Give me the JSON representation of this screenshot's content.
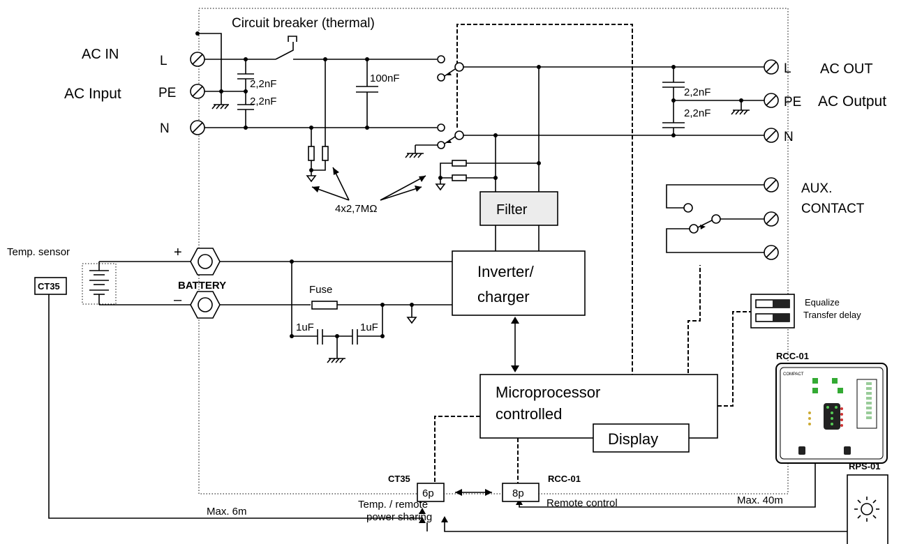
{
  "labels": {
    "circuit_breaker": "Circuit breaker (thermal)",
    "ac_in": "AC IN",
    "ac_input": "AC Input",
    "in_l": "L",
    "in_pe": "PE",
    "in_n": "N",
    "cap_in_1": "2,2nF",
    "cap_in_2": "2,2nF",
    "cap_100nf": "100nF",
    "resistors": "4x2,7MΩ",
    "out_l": "L",
    "out_pe": "PE",
    "out_n": "N",
    "ac_out": "AC OUT",
    "ac_output": "AC Output",
    "cap_out_1": "2,2nF",
    "cap_out_2": "2,2nF",
    "aux_contact_1": "AUX.",
    "aux_contact_2": "CONTACT",
    "filter": "Filter",
    "inverter_1": "Inverter/",
    "inverter_2": "charger",
    "micro_1": "Microprocessor",
    "micro_2": "controlled",
    "display": "Display",
    "temp_sensor": "Temp. sensor",
    "ct35_box": "CT35",
    "battery": "BATTERY",
    "plus": "+",
    "minus": "–",
    "fuse": "Fuse",
    "cap_bat_1": "1uF",
    "cap_bat_2": "1uF",
    "equalize": "Equalize",
    "transfer_delay": "Transfer delay",
    "rcc01_panel": "RCC-01",
    "rps01": "RPS-01",
    "ct35_port": "CT35",
    "port_6p": "6p",
    "port_6p_desc_1": "Temp. / remote",
    "port_6p_desc_2": "power sharing",
    "rcc01_port": "RCC-01",
    "port_8p": "8p",
    "port_8p_desc": "Remote control",
    "max_6m": "Max. 6m",
    "max_40m": "Max. 40m",
    "panel_compact": "COMPACT"
  }
}
